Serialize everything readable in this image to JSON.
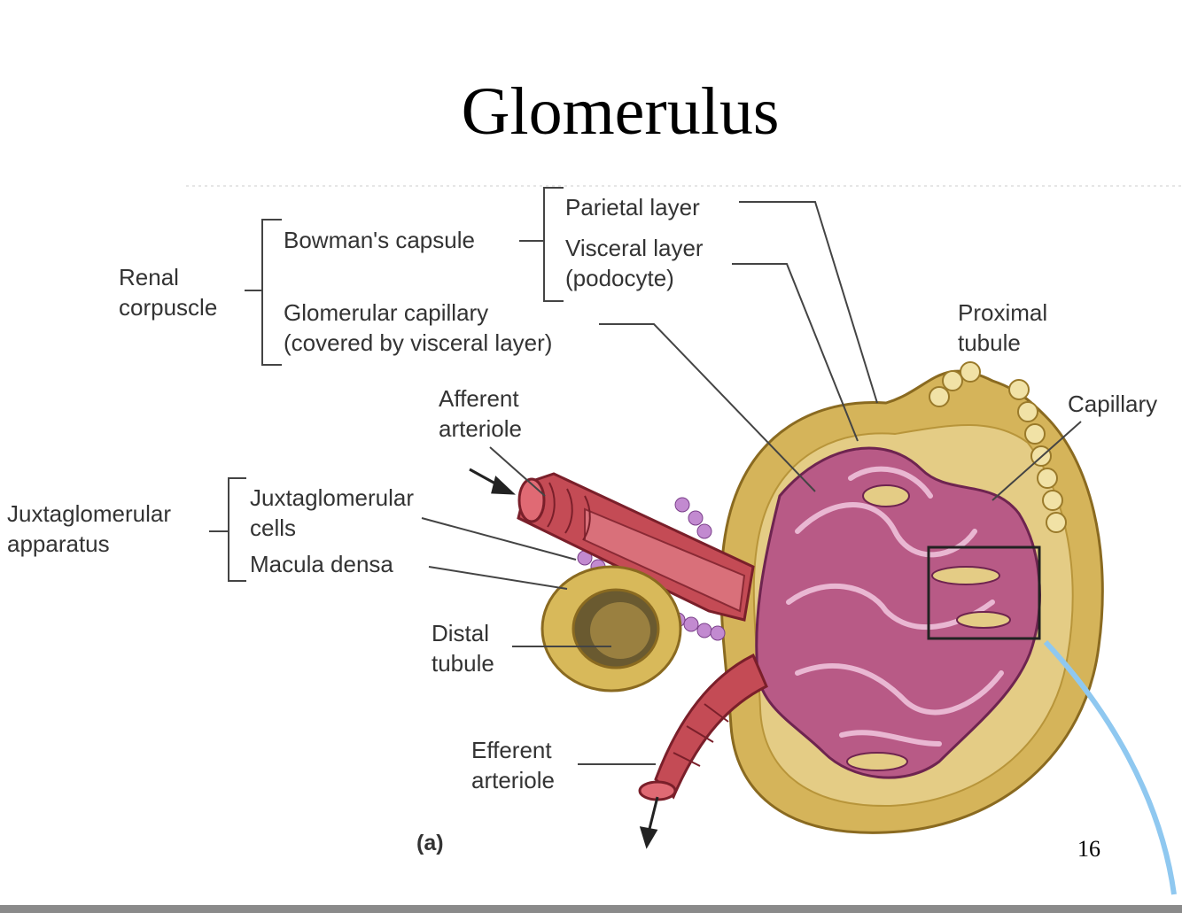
{
  "title": "Glomerulus",
  "labels": {
    "renal_corpuscle": [
      "Renal",
      "corpuscle"
    ],
    "bowmans_capsule": "Bowman's capsule",
    "parietal_layer": "Parietal layer",
    "visceral_layer": [
      "Visceral layer",
      "(podocyte)"
    ],
    "glomerular_capillary": [
      "Glomerular capillary",
      "(covered by visceral layer)"
    ],
    "proximal_tubule": [
      "Proximal",
      "tubule"
    ],
    "capillary": "Capillary",
    "afferent_arteriole": [
      "Afferent",
      "arteriole"
    ],
    "juxtaglomerular_apparatus": [
      "Juxtaglomerular",
      "apparatus"
    ],
    "juxtaglomerular_cells": [
      "Juxtaglomerular",
      "cells"
    ],
    "macula_densa": "Macula densa",
    "distal_tubule": [
      "Distal",
      "tubule"
    ],
    "efferent_arteriole": [
      "Efferent",
      "arteriole"
    ]
  },
  "figure_label": "(a)",
  "page_number": "16",
  "colors": {
    "capsule": "#c9a24a",
    "capsule_inner": "#dcbf6a",
    "capillary": "#b4567e",
    "arteriole": "#c44b55",
    "podocyte_dots": "#d49ad0",
    "leader": "#444444",
    "blue_line": "#8fc8f0"
  }
}
